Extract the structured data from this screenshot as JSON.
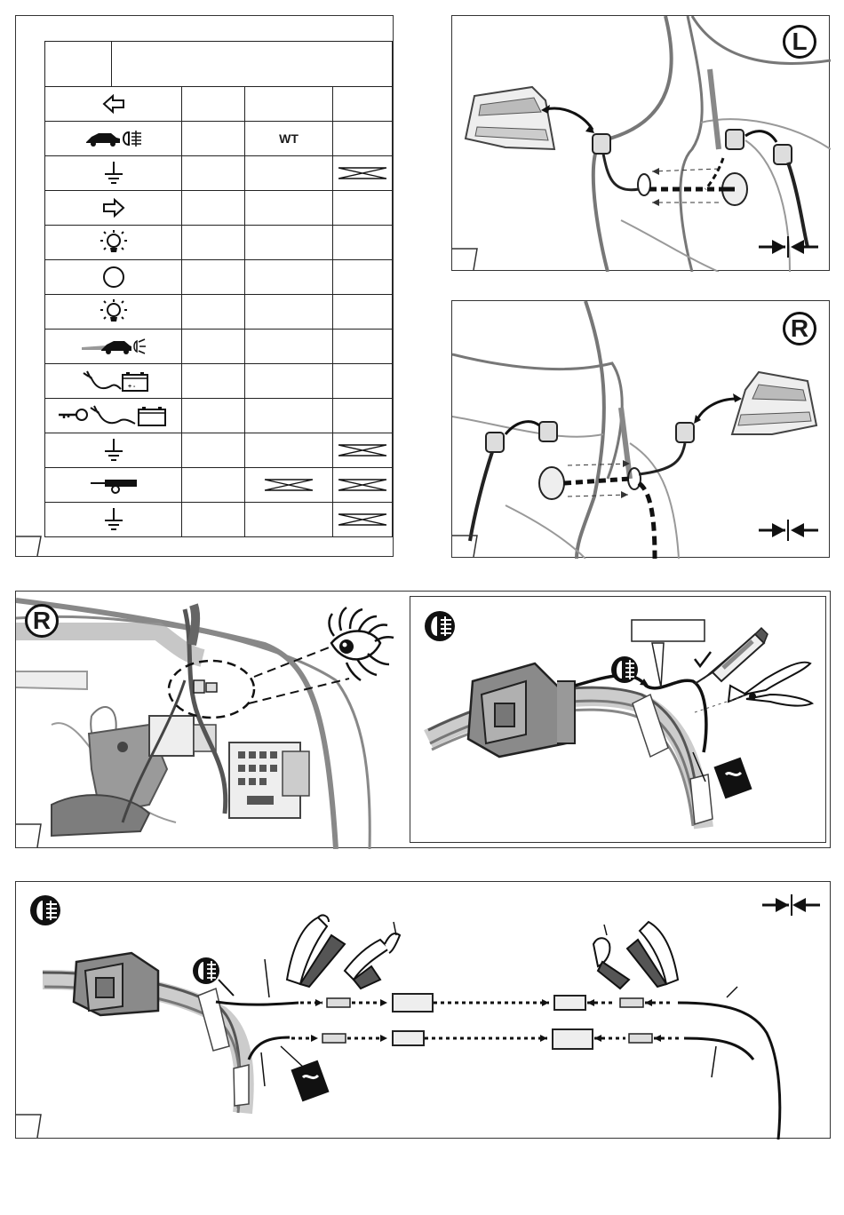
{
  "table": {
    "rows": [
      {
        "icon": "left-turn-arrow-icon",
        "c1": "",
        "c2": "",
        "c3": "",
        "c3_crossed": false,
        "c2_crossed": false
      },
      {
        "icon": "rear-fog-car-icon",
        "c1": "",
        "c2": "WT",
        "c3": "",
        "c3_crossed": false,
        "c2_crossed": false
      },
      {
        "icon": "ground-icon",
        "c1": "",
        "c2": "",
        "c3": "",
        "c3_crossed": true,
        "c2_crossed": false
      },
      {
        "icon": "right-turn-arrow-icon",
        "c1": "",
        "c2": "",
        "c3": "",
        "c3_crossed": false,
        "c2_crossed": false
      },
      {
        "icon": "brake-light-icon",
        "c1": "",
        "c2": "",
        "c3": "",
        "c3_crossed": false,
        "c2_crossed": false
      },
      {
        "icon": "circle-icon",
        "c1": "",
        "c2": "",
        "c3": "",
        "c3_crossed": false,
        "c2_crossed": false
      },
      {
        "icon": "brake-light-icon",
        "c1": "",
        "c2": "",
        "c3": "",
        "c3_crossed": false,
        "c2_crossed": false
      },
      {
        "icon": "reversing-car-icon",
        "c1": "",
        "c2": "",
        "c3": "",
        "c3_crossed": false,
        "c2_crossed": false
      },
      {
        "icon": "battery-permanent-icon",
        "c1": "",
        "c2": "",
        "c3": "",
        "c3_crossed": false,
        "c2_crossed": false
      },
      {
        "icon": "battery-ignition-icon",
        "c1": "",
        "c2": "",
        "c3": "",
        "c3_crossed": false,
        "c2_crossed": false
      },
      {
        "icon": "ground-icon",
        "c1": "",
        "c2": "",
        "c3": "",
        "c3_crossed": true,
        "c2_crossed": false
      },
      {
        "icon": "sensor-bar-icon",
        "c1": "",
        "c2": "",
        "c3": "",
        "c3_crossed": true,
        "c2_crossed": true
      },
      {
        "icon": "ground-icon",
        "c1": "",
        "c2": "",
        "c3": "",
        "c3_crossed": true,
        "c2_crossed": false
      }
    ]
  },
  "labels": {
    "left_side": "L",
    "right_side": "R",
    "right_side_2": "R"
  },
  "colors": {
    "ink": "#1a1a1a",
    "grey": "#7a7a7a",
    "light": "#cfcfcf"
  }
}
